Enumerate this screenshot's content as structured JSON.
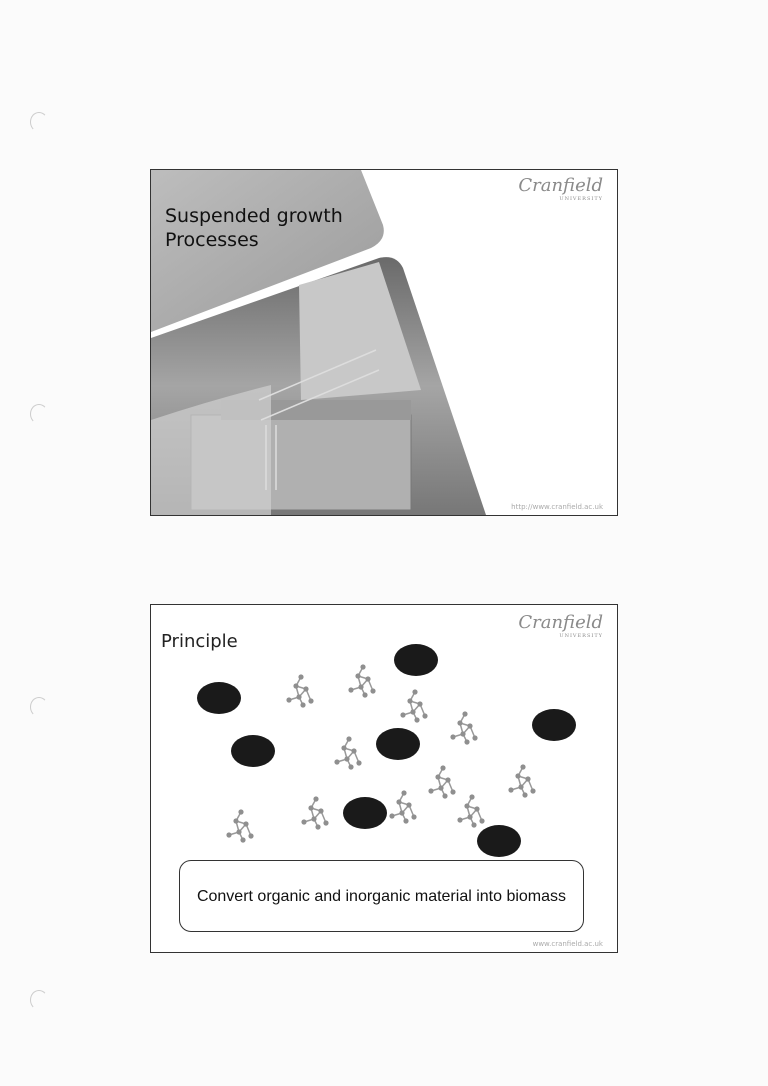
{
  "slides": [
    {
      "title_line1": "Suspended growth",
      "title_line2": "Processes",
      "logo": "Cranfield",
      "logo_sub": "UNIVERSITY",
      "url": "http://www.cranfield.ac.uk"
    },
    {
      "title": "Principle",
      "logo": "Cranfield",
      "logo_sub": "UNIVERSITY",
      "message": "Convert organic and inorganic material into biomass",
      "url": "www.cranfield.ac.uk"
    }
  ]
}
